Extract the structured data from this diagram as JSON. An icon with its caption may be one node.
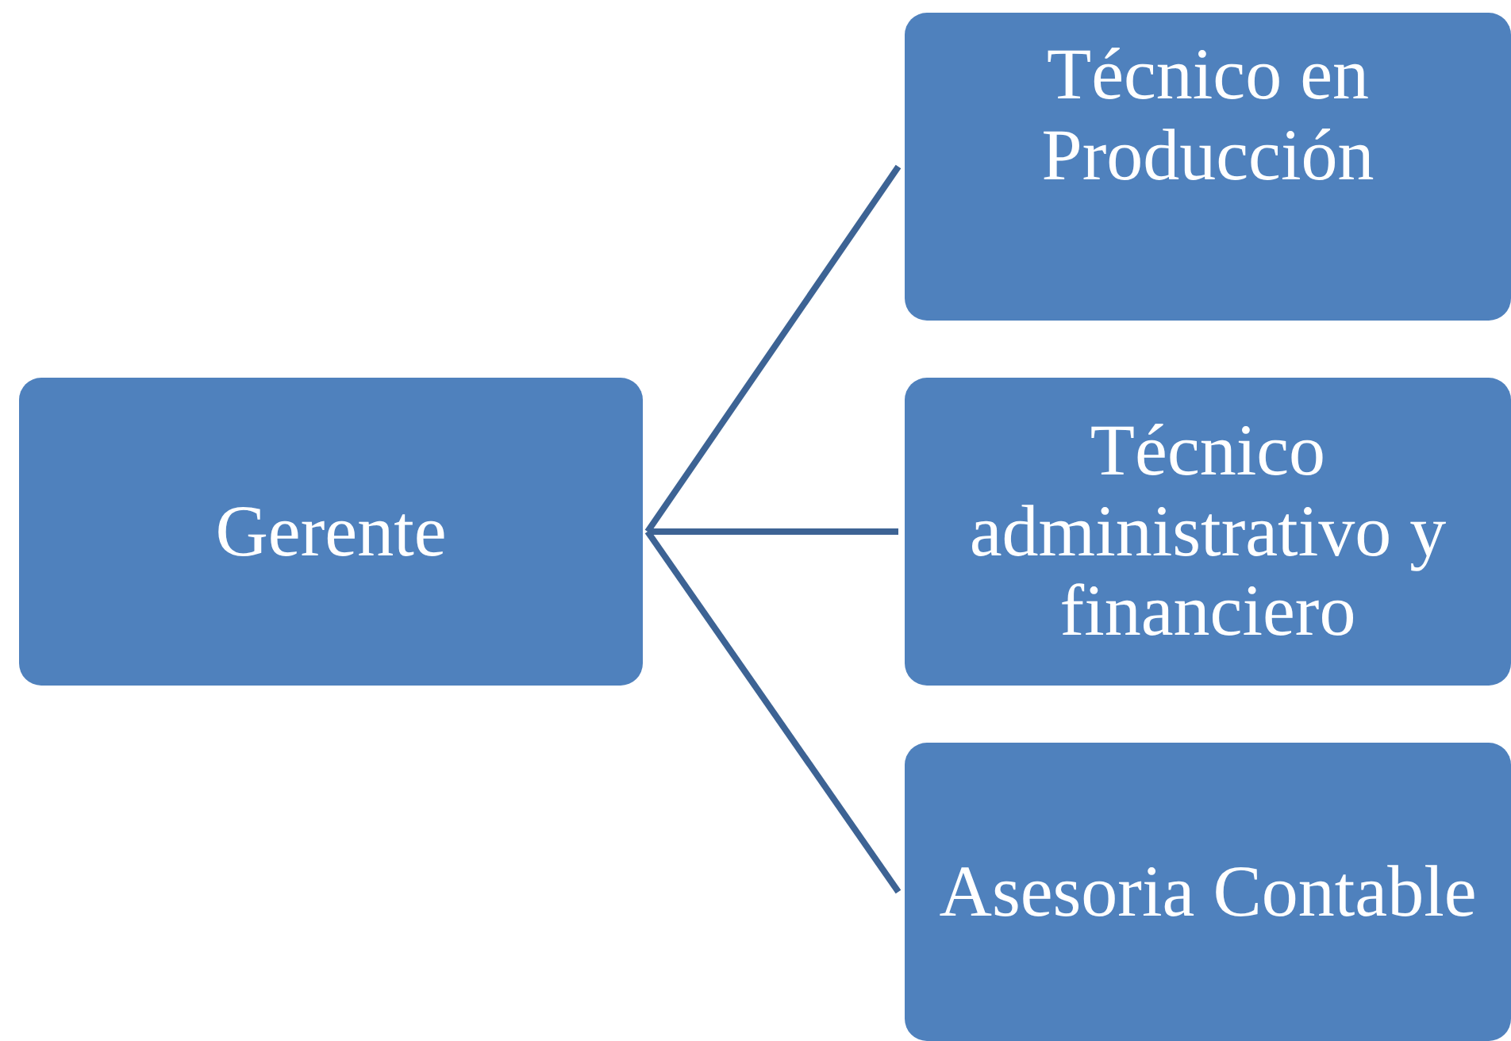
{
  "diagram": {
    "nodes": [
      {
        "text": [
          "Gerente"
        ]
      },
      {
        "text": [
          "Técnico en Producción"
        ]
      },
      {
        "text": [
          "Técnico administrativo y financiero"
        ]
      },
      {
        "text": [
          "Asesoria Contable"
        ]
      }
    ],
    "edges": [
      {
        "from": 0,
        "to": 1,
        "arrow": "none"
      },
      {
        "from": 0,
        "to": 2,
        "arrow": "none"
      },
      {
        "from": 0,
        "to": 3,
        "arrow": "none"
      }
    ]
  }
}
